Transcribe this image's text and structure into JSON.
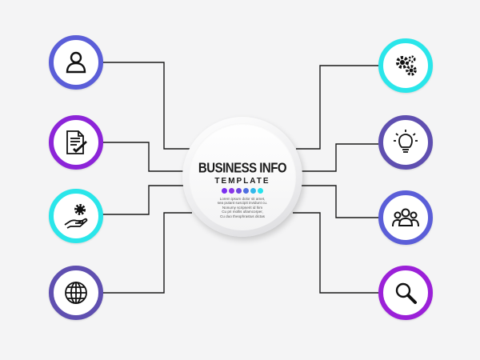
{
  "center": {
    "title": "BUSINESS INFO",
    "subtitle": "TEMPLATE",
    "body_lines": [
      "Lorem ipsum dolor sit amet,",
      "sea putant suscipit invidunt cu.",
      "Nonumy scripserit id him",
      "Cu pri mollis ullamcorper,",
      "Cu duo theophrastus dictas"
    ],
    "dot_colors": [
      "#7b2ff0",
      "#8a35e8",
      "#6e48e0",
      "#4e6ee0",
      "#31b7ea",
      "#25e2ec"
    ]
  },
  "nodes": [
    {
      "id": "left-1",
      "icon": "user-icon",
      "border_color": "#5b5ed8"
    },
    {
      "id": "left-2",
      "icon": "document-check-icon",
      "border_color": "#8c24d8"
    },
    {
      "id": "left-3",
      "icon": "hand-gear-icon",
      "border_color": "#2ae6ea"
    },
    {
      "id": "left-4",
      "icon": "globe-icon",
      "border_color": "#5f4fb0"
    },
    {
      "id": "right-1",
      "icon": "gears-icon",
      "border_color": "#2ae6ea"
    },
    {
      "id": "right-2",
      "icon": "lightbulb-icon",
      "border_color": "#5f4fb0"
    },
    {
      "id": "right-3",
      "icon": "team-icon",
      "border_color": "#5b5ed8"
    },
    {
      "id": "right-4",
      "icon": "search-icon",
      "border_color": "#9b20d8"
    }
  ],
  "connector_color": "#1a1a1a"
}
